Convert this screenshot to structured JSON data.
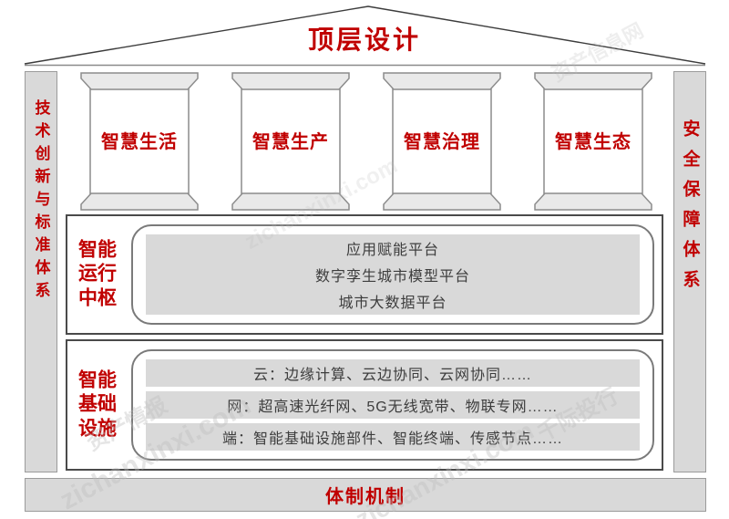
{
  "colors": {
    "accent_red": "#c00000",
    "bar_gray": "#d9d9d9",
    "box_border_dark": "#4a4a4a",
    "row_text_dark": "#3d3d3d"
  },
  "roof": {
    "title": "顶层设计"
  },
  "side_bars": {
    "left": "技术创新与标准体系",
    "right": "安全保障体系"
  },
  "pillars": [
    {
      "label": "智慧生活"
    },
    {
      "label": "智慧生产"
    },
    {
      "label": "智慧治理"
    },
    {
      "label": "智慧生态"
    }
  ],
  "hub": {
    "label": "智能\n运行\n中枢",
    "rows": [
      {
        "text": "应用赋能平台"
      },
      {
        "text": "数字孪生城市模型平台"
      },
      {
        "text": "城市大数据平台"
      }
    ]
  },
  "infra": {
    "label": "智能\n基础\n设施",
    "rows": [
      {
        "text": "云：边缘计算、云边协同、云网协同……"
      },
      {
        "text": "网：超高速光纤网、5G无线宽带、物联专网……"
      },
      {
        "text": "端：智能基础设施部件、智能终端、传感节点……"
      }
    ]
  },
  "foundation": {
    "label": "体制机制"
  },
  "watermarks": [
    {
      "text": "zichanxinxi.com"
    },
    {
      "text": "资产情报"
    },
    {
      "text": "zichanxinxi.com"
    },
    {
      "text": "千际投行"
    },
    {
      "text": "资产信息网"
    },
    {
      "text": "zichanxinxi.com"
    }
  ]
}
